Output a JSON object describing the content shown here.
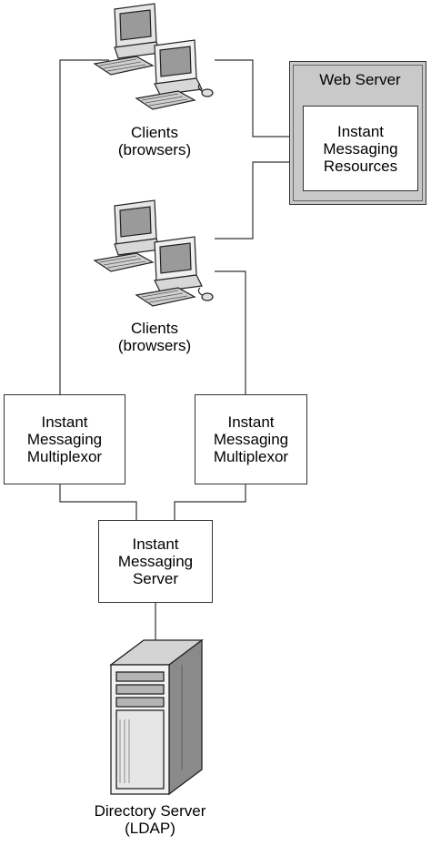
{
  "web_server": {
    "title": "Web Server",
    "resources": [
      "Instant",
      "Messaging",
      "Resources"
    ]
  },
  "clients_top": {
    "lines": [
      "Clients",
      "(browsers)"
    ]
  },
  "clients_mid": {
    "lines": [
      "Clients",
      "(browsers)"
    ]
  },
  "multiplexor_left": {
    "lines": [
      "Instant",
      "Messaging",
      "Multiplexor"
    ]
  },
  "multiplexor_right": {
    "lines": [
      "Instant",
      "Messaging",
      "Multiplexor"
    ]
  },
  "im_server": {
    "lines": [
      "Instant",
      "Messaging",
      "Server"
    ]
  },
  "directory_server": {
    "lines": [
      "Directory Server",
      "(LDAP)"
    ]
  }
}
